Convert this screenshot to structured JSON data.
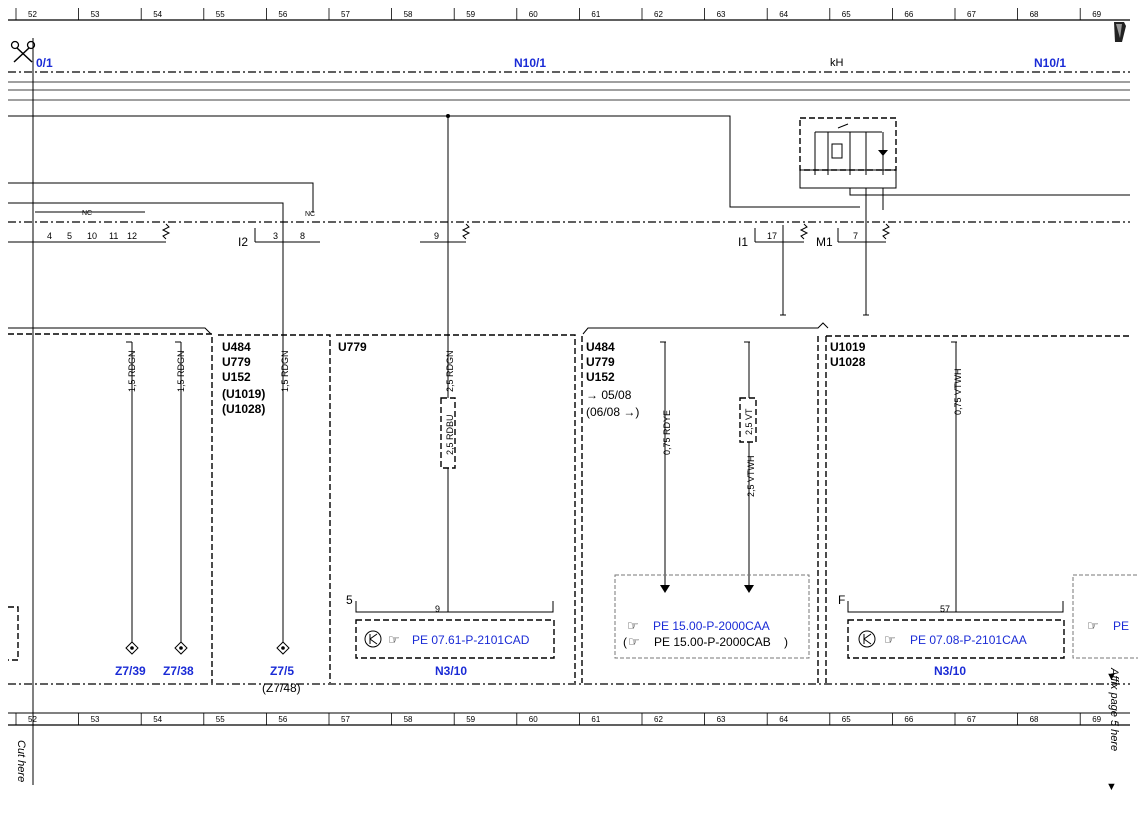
{
  "ruler": {
    "numbers": [
      "52",
      "53",
      "54",
      "55",
      "56",
      "57",
      "58",
      "59",
      "60",
      "61",
      "62",
      "63",
      "64",
      "65",
      "66",
      "67",
      "68",
      "69"
    ]
  },
  "top_labels": {
    "left_ref": "0/1",
    "center_ref": "N10/1",
    "kh": "kH",
    "right_ref": "N10/1"
  },
  "connector": {
    "nc_left": "NC",
    "nc_right": "NC",
    "pins_left": [
      "4",
      "5",
      "10",
      "11",
      "12"
    ],
    "i2": "I2",
    "pin3": "3",
    "pin8": "8",
    "pin9": "9",
    "i1": "I1",
    "pin17": "17",
    "m1": "M1",
    "pin7": "7"
  },
  "wires": {
    "w1": "1,5 RDGN",
    "w2": "1,5 RDGN",
    "w3": "1,5 RDGN",
    "w4": "2,5 RDGN",
    "w4b": "2,5 RDBU",
    "w5": "0,75 RDYE",
    "w6": "2,5 VT",
    "w6b": "2,5 VTWH",
    "w7": "0,75 VTWH"
  },
  "sections": {
    "s2": [
      "U484",
      "U779",
      "U152",
      "(U1019)",
      "(U1028)"
    ],
    "s3": [
      "U779"
    ],
    "s4": [
      "U484",
      "U779",
      "U152"
    ],
    "s4_arrow1": "→ 05/08",
    "s4_arrow2": "(06/08 →)",
    "s5": [
      "U1019",
      "U1028"
    ]
  },
  "bottom_refs": {
    "z739": "Z7/39",
    "z738": "Z7/38",
    "z75": "Z7/5",
    "z748": "(Z7/48)",
    "n310a": "N3/10",
    "n310b": "N3/10"
  },
  "components": {
    "c1_num": "5",
    "c1_pin": "9",
    "c1_ref": "PE 07.61-P-2101CAD",
    "c2_ref1": "PE 15.00-P-2000CAA",
    "c2_ref2": "PE 15.00-P-2000CAB",
    "c3_letter": "F",
    "c3_pin": "57",
    "c3_ref": "PE 07.08-P-2101CAA",
    "c4_ref": "PE"
  },
  "margin": {
    "affix": "Affix page 5 here",
    "cut": "Cut here"
  }
}
